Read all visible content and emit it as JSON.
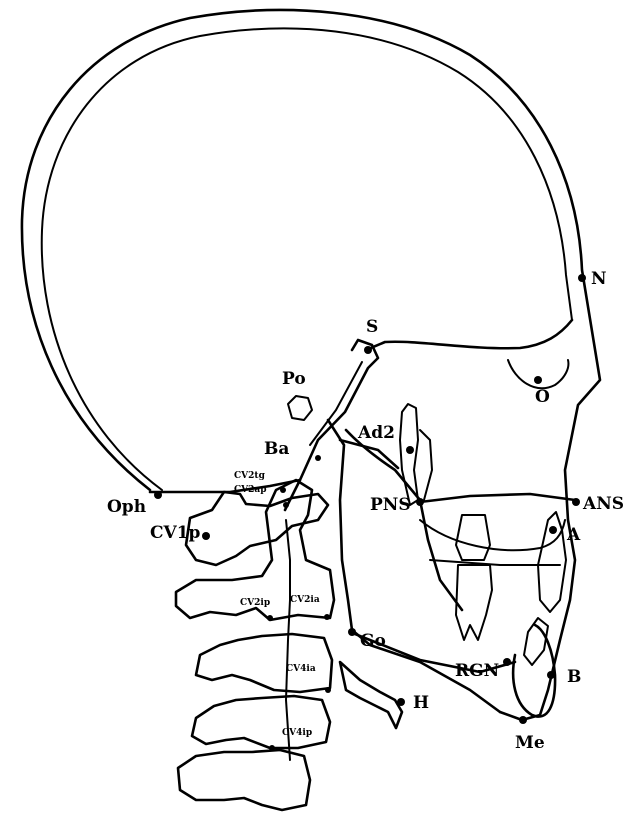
{
  "diagram": {
    "landmarks": {
      "S": "S",
      "N": "N",
      "Po": "Po",
      "O": "O",
      "Ba": "Ba",
      "Ad2": "Ad2",
      "Oph": "Oph",
      "PNS": "PNS",
      "ANS": "ANS",
      "A": "A",
      "CV1p": "CV1p",
      "CV2tg": "CV2tg",
      "CV2ap": "CV2ap",
      "CV2ia": "CV2ia",
      "CV2ip": "CV2ip",
      "CV4ia": "CV4ia",
      "CV4ip": "CV4ip",
      "Go": "Go",
      "RGN": "RGN",
      "B": "B",
      "H": "H",
      "Me": "Me"
    }
  }
}
